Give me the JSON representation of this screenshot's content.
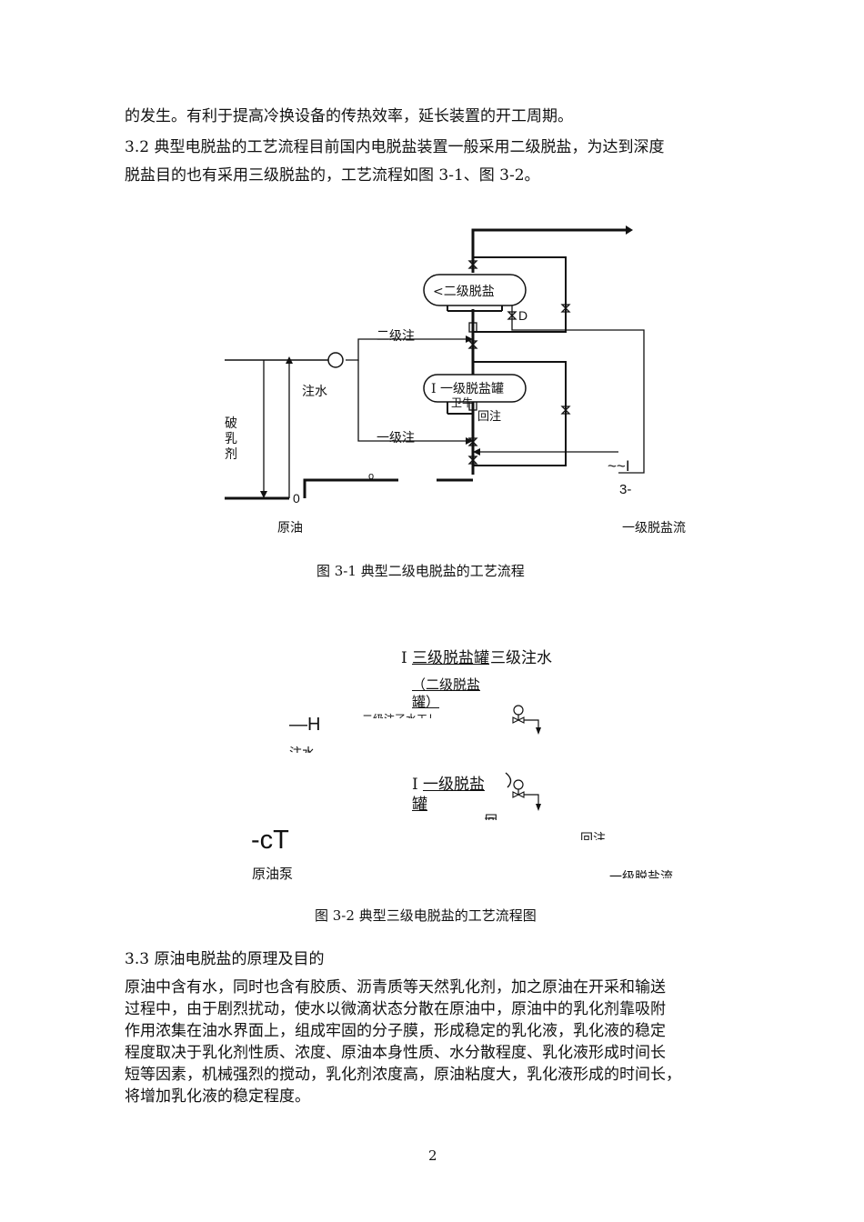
{
  "intro": {
    "line1": "的发生。有利于提高冷换设备的传热效率，延长装置的开工周期。",
    "sec32_line1": "3.2  典型电脱盐的工艺流程目前国内电脱盐装置一般采用二级脱盐，为达到深度",
    "sec32_line2": "脱盐目的也有采用三级脱盐的，工艺流程如图 3-1、图 3-2。"
  },
  "fig1": {
    "tank2": "<二级脱盐",
    "tank1": "I 一级脱盐罐",
    "inj2": "二级注",
    "inj1": "一级注",
    "water": "注水",
    "demuls": [
      "破",
      "乳",
      "剂"
    ],
    "crude": "原油",
    "out": "一级脱盐流",
    "mark_d": "D",
    "mark_0": "0",
    "mark_o": "o",
    "mark_r": "回注",
    "mark_k": "卫牛",
    "mark_tilde": "~~I",
    "mark_3": "3-",
    "caption": "图 3-1 典型二级电脱盐的工艺流程"
  },
  "fig2": {
    "tank3_prefix": "I ",
    "tank3": "三级脱盐罐",
    "inj3": "三级注水",
    "tank2": "（二级脱盐",
    "tank2b": "罐）",
    "inj2": "二级注了水工し",
    "h": "—H",
    "water": "注水",
    "tank1_prefix": "I ",
    "tank1": "一级脱盐",
    "tank1b": "罐",
    "hui": "回",
    "ct": "-cT",
    "pump": "原油泵",
    "reinj": "回注",
    "out": "一级脱盐流",
    "caption": "图 3-2 典型三级电脱盐的工艺流程图"
  },
  "sec33": {
    "heading": "3.3  原油电脱盐的原理及目的",
    "lines": [
      "原油中含有水，同时也含有胶质、沥青质等天然乳化剂，加之原油在开采和输送",
      "过程中，由于剧烈扰动，使水以微滴状态分散在原油中，原油中的乳化剂靠吸附",
      "作用浓集在油水界面上，组成牢固的分子膜，形成稳定的乳化液，乳化液的稳定",
      "程度取决于乳化剂性质、浓度、原油本身性质、水分散程度、乳化液形成时间长",
      "短等因素，机械强烈的搅动，乳化剂浓度高，原油粘度大，乳化液形成的时间长，",
      "将增加乳化液的稳定程度。"
    ]
  },
  "page_number": "2"
}
